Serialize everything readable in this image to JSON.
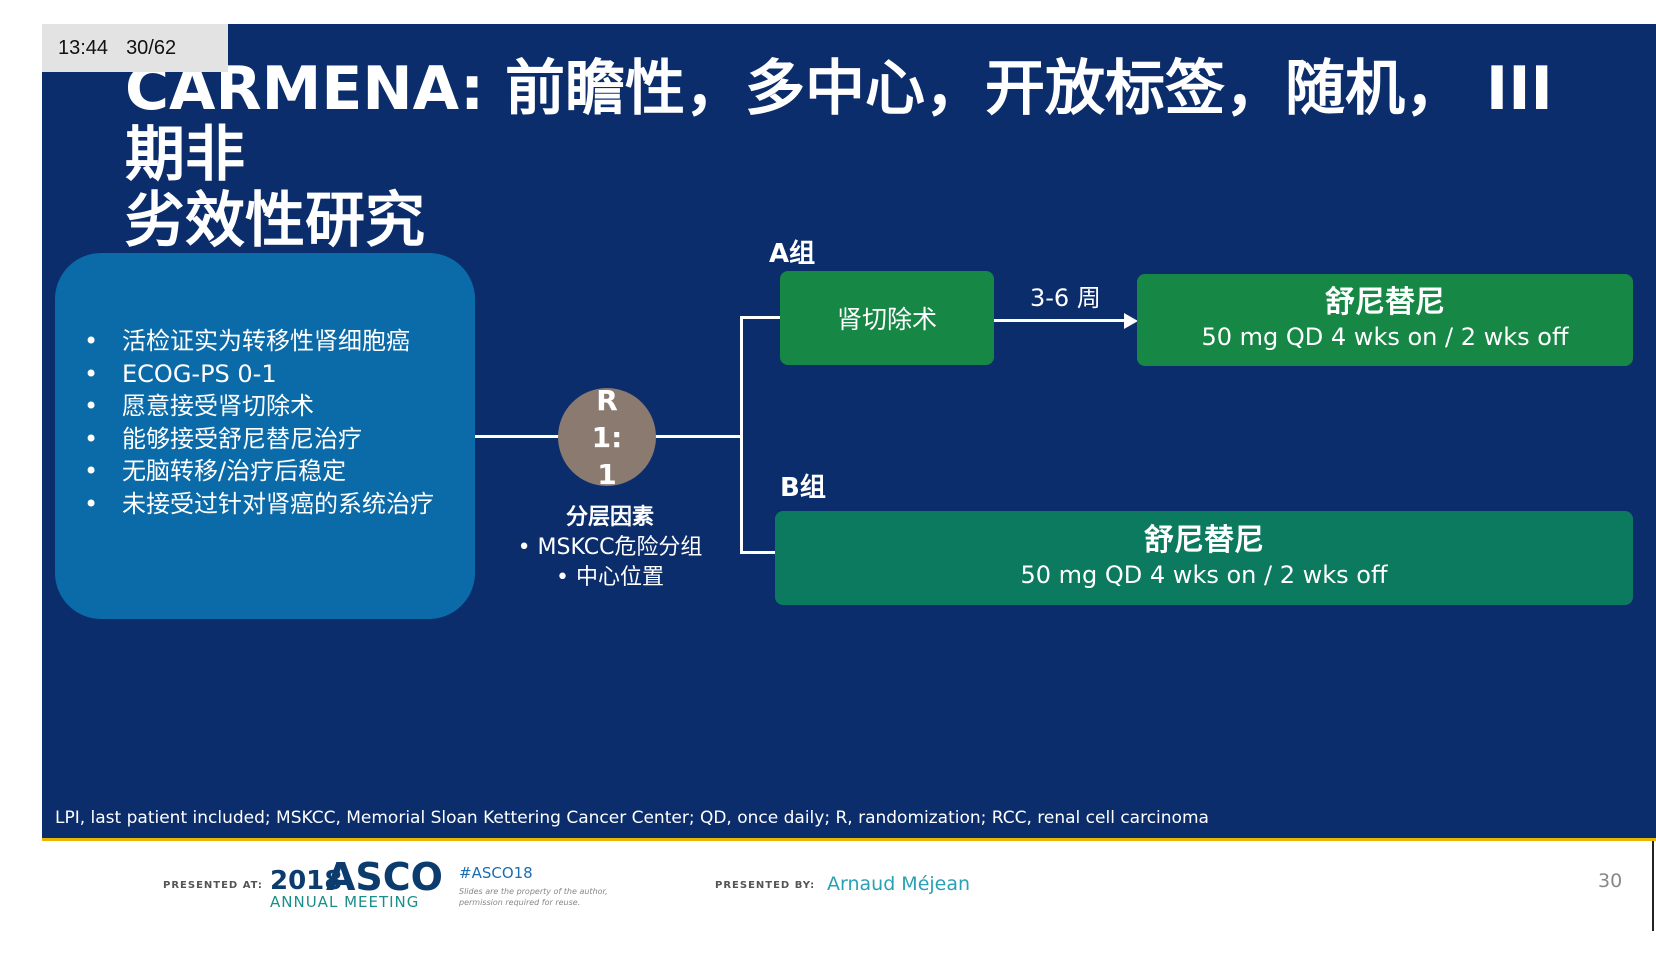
{
  "overlay": {
    "time": "13:44",
    "page_indicator": "30/62"
  },
  "slide": {
    "title_line1": "CARMENA: 前瞻性，多中心，开放标签，随机， III 期非",
    "title_line2": "劣效性研究",
    "criteria": [
      "活检证实为转移性肾细胞癌",
      "ECOG-PS 0-1",
      "愿意接受肾切除术",
      "能够接受舒尼替尼治疗",
      "无脑转移/治疗后稳定",
      "未接受过针对肾癌的系统治疗"
    ],
    "randomization": {
      "line1": "R",
      "line2": "1:",
      "line3": "1"
    },
    "stratification": {
      "heading": "分层因素",
      "items": [
        "• MSKCC危险分组",
        "• 中心位置"
      ]
    },
    "arm_a": {
      "label": "A组",
      "step1": "肾切除术",
      "interval": "3-6 周",
      "drug": "舒尼替尼",
      "dose": "50 mg QD 4 wks on / 2 wks off"
    },
    "arm_b": {
      "label": "B组",
      "drug": "舒尼替尼",
      "dose": "50 mg QD 4 wks on / 2 wks off"
    },
    "abbreviations": "LPI, last patient included; MSKCC, Memorial Sloan Kettering Cancer Center; QD, once daily; R, randomization; RCC, renal cell carcinoma"
  },
  "footer": {
    "presented_at_label": "PRESENTED AT:",
    "asco_year": "2018",
    "asco_name": "ASCO",
    "asco_meeting": "ANNUAL MEETING",
    "hashtag": "#ASCO18",
    "fineprint": "Slides are the property of the author, permission required for reuse.",
    "presented_by_label": "PRESENTED BY:",
    "presenter": "Arnaud Méjean",
    "page_number": "30"
  },
  "colors": {
    "slide_background": "#0c2d6b",
    "criteria_box": "#0b6aa8",
    "arm_a_box": "#168745",
    "arm_b_box": "#0b7a5e",
    "randomization_circle": "#8a7a70",
    "footer_rule": "#e8b500"
  }
}
